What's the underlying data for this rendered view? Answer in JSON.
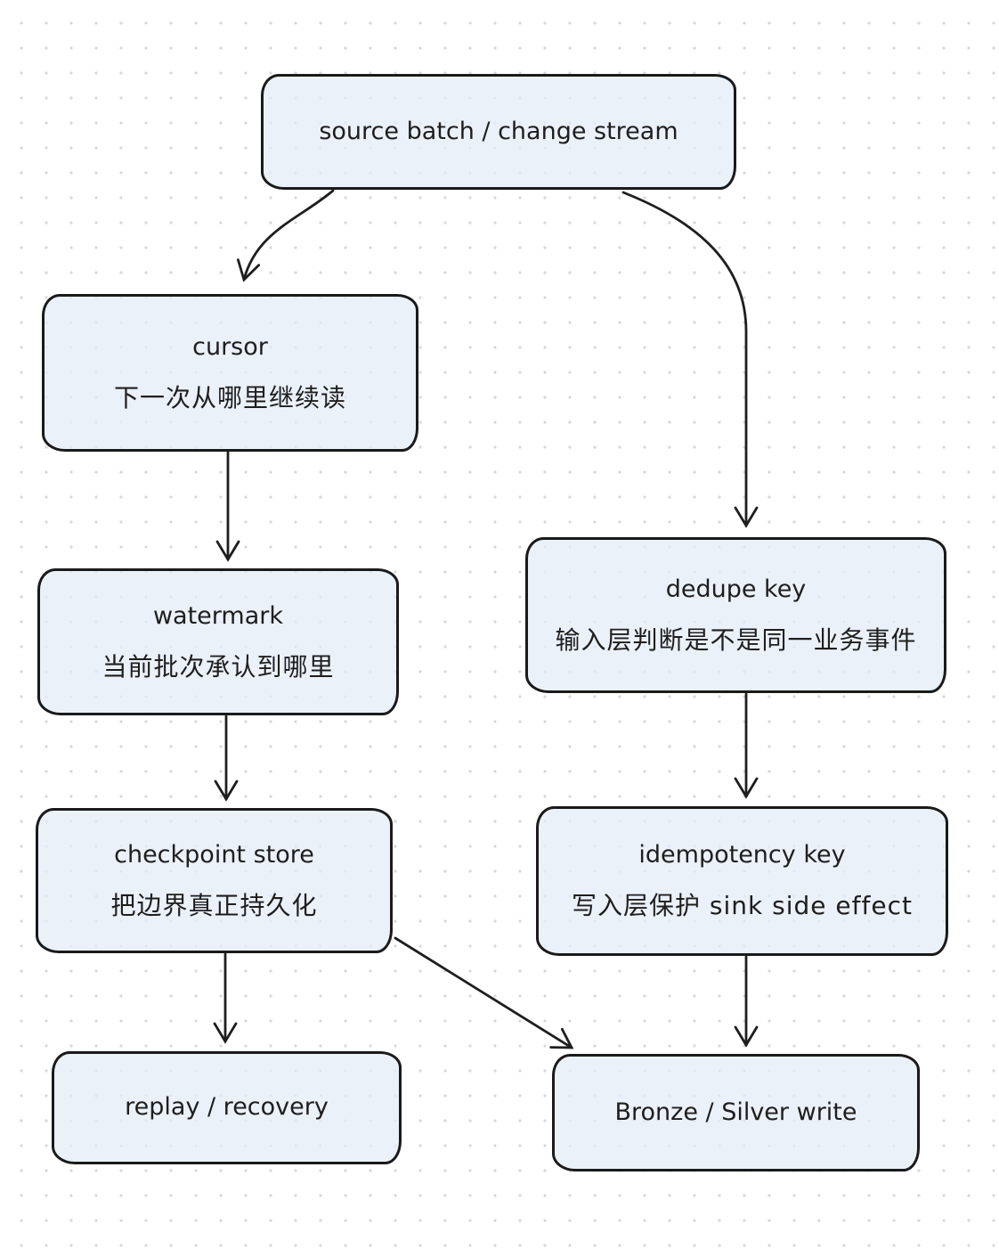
{
  "canvas": {
    "background_color": "#ffffff",
    "dot_color": "#d5d8dd"
  },
  "style": {
    "node_fill": "#eef2f8",
    "node_stroke": "#1a1a1a",
    "text_color": "#1e1e1e"
  },
  "nodes": {
    "source": {
      "title": "source batch / change stream"
    },
    "cursor": {
      "title": "cursor",
      "subtitle": "下一次从哪里继续读"
    },
    "watermark": {
      "title": "watermark",
      "subtitle": "当前批次承认到哪里"
    },
    "checkpoint": {
      "title": "checkpoint store",
      "subtitle": "把边界真正持久化"
    },
    "replay": {
      "title": "replay / recovery"
    },
    "dedupe": {
      "title": "dedupe key",
      "subtitle": "输入层判断是不是同一业务事件"
    },
    "idempotency": {
      "title": "idempotency key",
      "subtitle": "写入层保护 sink side effect"
    },
    "bronze": {
      "title": "Bronze / Silver write"
    }
  },
  "edges": [
    {
      "from": "source",
      "to": "cursor"
    },
    {
      "from": "source",
      "to": "dedupe"
    },
    {
      "from": "cursor",
      "to": "watermark"
    },
    {
      "from": "watermark",
      "to": "checkpoint"
    },
    {
      "from": "checkpoint",
      "to": "replay"
    },
    {
      "from": "checkpoint",
      "to": "bronze"
    },
    {
      "from": "dedupe",
      "to": "idempotency"
    },
    {
      "from": "idempotency",
      "to": "bronze"
    }
  ]
}
